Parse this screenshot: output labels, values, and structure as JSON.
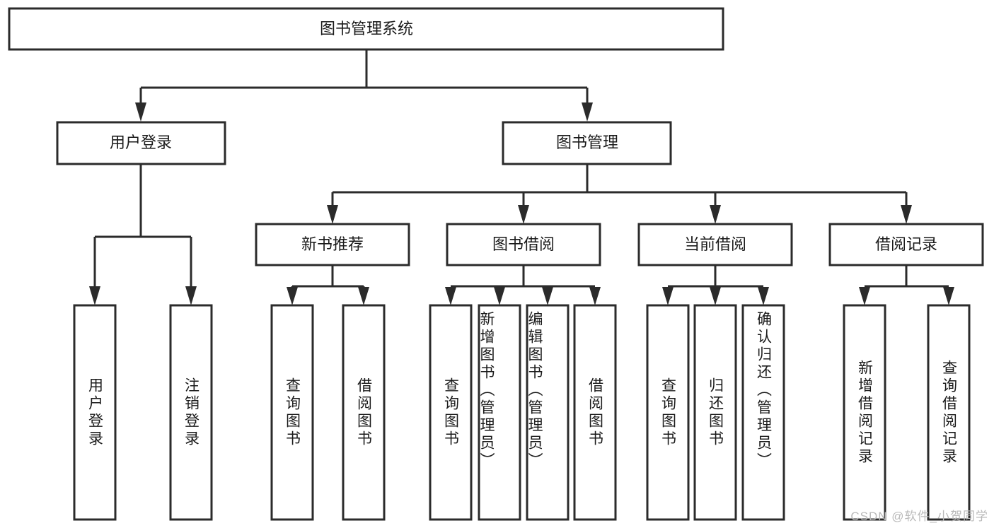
{
  "diagram": {
    "title": "图书管理系统",
    "watermark": "CSDN @软件_小贺同学",
    "root": {
      "label": "图书管理系统"
    },
    "level2": [
      {
        "label": "用户登录"
      },
      {
        "label": "图书管理"
      }
    ],
    "level3": [
      {
        "label": "新书推荐"
      },
      {
        "label": "图书借阅"
      },
      {
        "label": "当前借阅"
      },
      {
        "label": "借阅记录"
      }
    ],
    "leaves": {
      "user_login": [
        {
          "label": "用户登录"
        },
        {
          "label": "注销登录"
        }
      ],
      "new_book_recommend": [
        {
          "label": "查询图书"
        },
        {
          "label": "借阅图书"
        }
      ],
      "book_borrow": [
        {
          "label": "查询图书"
        },
        {
          "label": "新增图书（管理员）"
        },
        {
          "label": "编辑图书（管理员）"
        },
        {
          "label": "借阅图书"
        }
      ],
      "current_borrow": [
        {
          "label": "查询图书"
        },
        {
          "label": "归还图书"
        },
        {
          "label": "确认归还（管理员）"
        }
      ],
      "borrow_records": [
        {
          "label": "新增借阅记录"
        },
        {
          "label": "查询借阅记录"
        }
      ]
    },
    "colors": {
      "stroke": "#2b2b2b",
      "fill": "#ffffff",
      "text": "#1a1a1a",
      "watermark": "#b9b9b9"
    }
  }
}
